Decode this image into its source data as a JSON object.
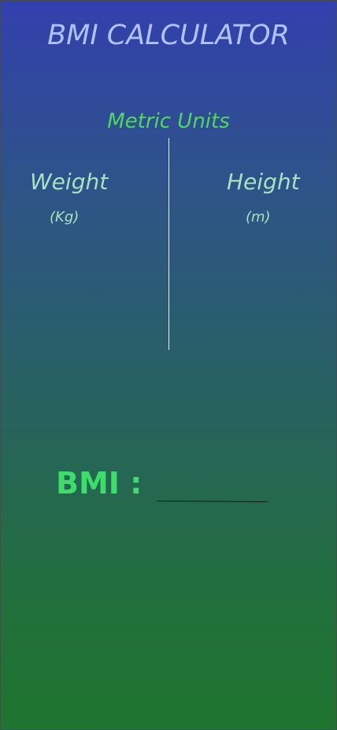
{
  "app": {
    "title": "BMI CALCULATOR"
  },
  "form": {
    "units_label": "Metric Units",
    "weight": {
      "label": "Weight",
      "unit": "(Kg)"
    },
    "height": {
      "label": "Height",
      "unit": "(m)"
    }
  },
  "result": {
    "label": "BMI :",
    "value": ""
  },
  "colors": {
    "title": "#b3c2f5",
    "units": "#4ed85e",
    "labels": "#a8e2be",
    "bmi_label": "#3ddc6b",
    "gradient_top": "#3240ad",
    "gradient_bottom": "#1f7530"
  }
}
